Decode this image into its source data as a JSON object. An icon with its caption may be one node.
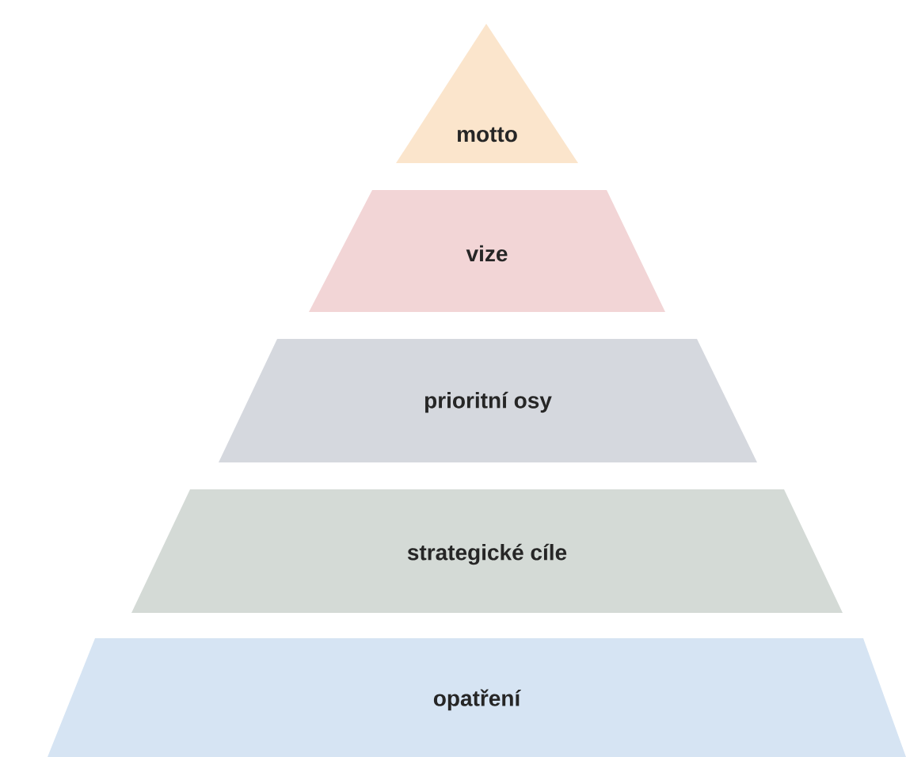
{
  "diagram": {
    "nodes": [
      {
        "text": [
          "motto"
        ]
      },
      {
        "text": [
          "vize"
        ]
      },
      {
        "text": [
          "prioritní osy"
        ]
      },
      {
        "text": [
          "strategické cíle"
        ]
      },
      {
        "text": [
          "opatření"
        ]
      }
    ]
  }
}
